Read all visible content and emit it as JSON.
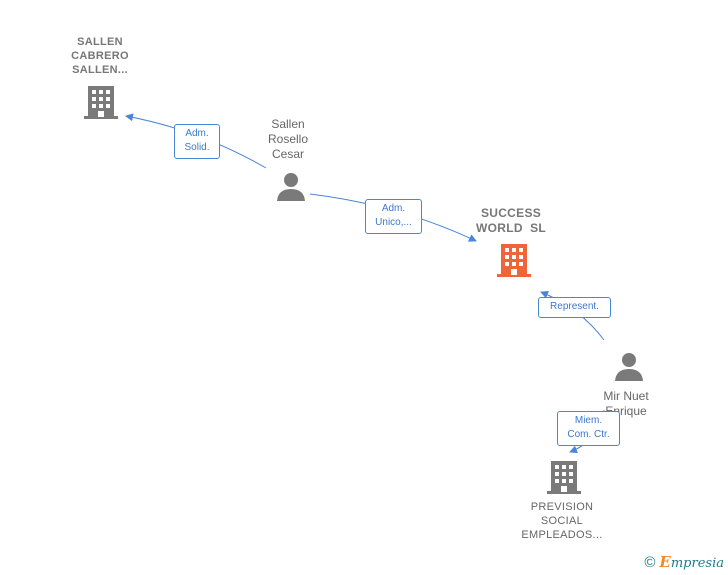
{
  "nodes": {
    "sallen_cabrero": {
      "lines": [
        "SALLEN",
        "CABRERO",
        "SALLEN..."
      ]
    },
    "sallen_rosello": {
      "lines": [
        "Sallen",
        "Rosello",
        "Cesar"
      ]
    },
    "success_world": {
      "lines": [
        "SUCCESS",
        "WORLD  SL"
      ]
    },
    "mir_nuet": {
      "lines": [
        "Mir Nuet",
        "Enrique"
      ]
    },
    "prevision_social": {
      "lines": [
        "PREVISION",
        "SOCIAL",
        "EMPLEADOS..."
      ]
    }
  },
  "edges": {
    "adm_solid": {
      "lines": [
        "Adm.",
        "Solid."
      ]
    },
    "adm_unico": {
      "lines": [
        "Adm.",
        "Unico,..."
      ]
    },
    "represent": {
      "lines": [
        "Represent."
      ]
    },
    "miem_com": {
      "lines": [
        "Miem.",
        "Com. Ctr."
      ]
    }
  },
  "colors": {
    "edge": "#4a86d8",
    "company_gray": "#7a7a7a",
    "company_main": "#f0643a",
    "person_gray": "#7a7a7a"
  },
  "footer": {
    "copyright": "©",
    "brand_first": "E",
    "brand_rest": "mpresia"
  }
}
